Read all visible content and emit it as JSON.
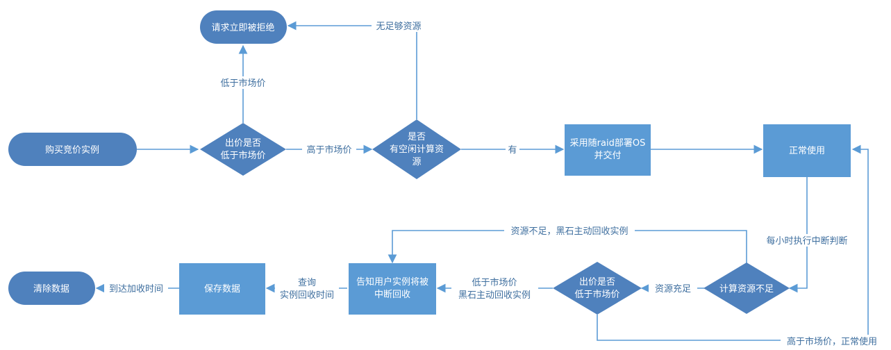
{
  "nodes": {
    "buy_spot": "购买竞价实例",
    "bid_check_1": [
      "出价是否",
      "低于市场价"
    ],
    "resource_check": [
      "是否",
      "有空闲计算资",
      "源"
    ],
    "reject": "请求立即被拒绝",
    "deploy": [
      "采用随raid部署OS",
      "并交付"
    ],
    "normal_use": "正常使用",
    "compute_insufficient": "计算资源不足",
    "bid_check_2": [
      "出价是否",
      "低于市场价"
    ],
    "notify_user": [
      "告知用户实例将被",
      "中断回收"
    ],
    "save_data": "保存数据",
    "clear_data": "清除数据"
  },
  "edge_labels": {
    "below_market": "低于市场价",
    "no_resource": "无足够资源",
    "above_market": "高于市场价",
    "has": "有",
    "hourly_check": "每小时执行中断判断",
    "insufficient_recycle": "资源不足，黑石主动回收实例",
    "sufficient": "资源充足",
    "below_recycle": [
      "低于市场价",
      "黑石主动回收实例"
    ],
    "query_time": [
      "查询",
      "实例回收时间"
    ],
    "on_arrival": "到达加收时间",
    "above_normal": "高于市场价，正常使用"
  },
  "colors": {
    "node_dark": "#4f81bd",
    "node_light": "#5b9bd5",
    "edge": "#5b9bd5",
    "label": "#3f6f9f"
  }
}
